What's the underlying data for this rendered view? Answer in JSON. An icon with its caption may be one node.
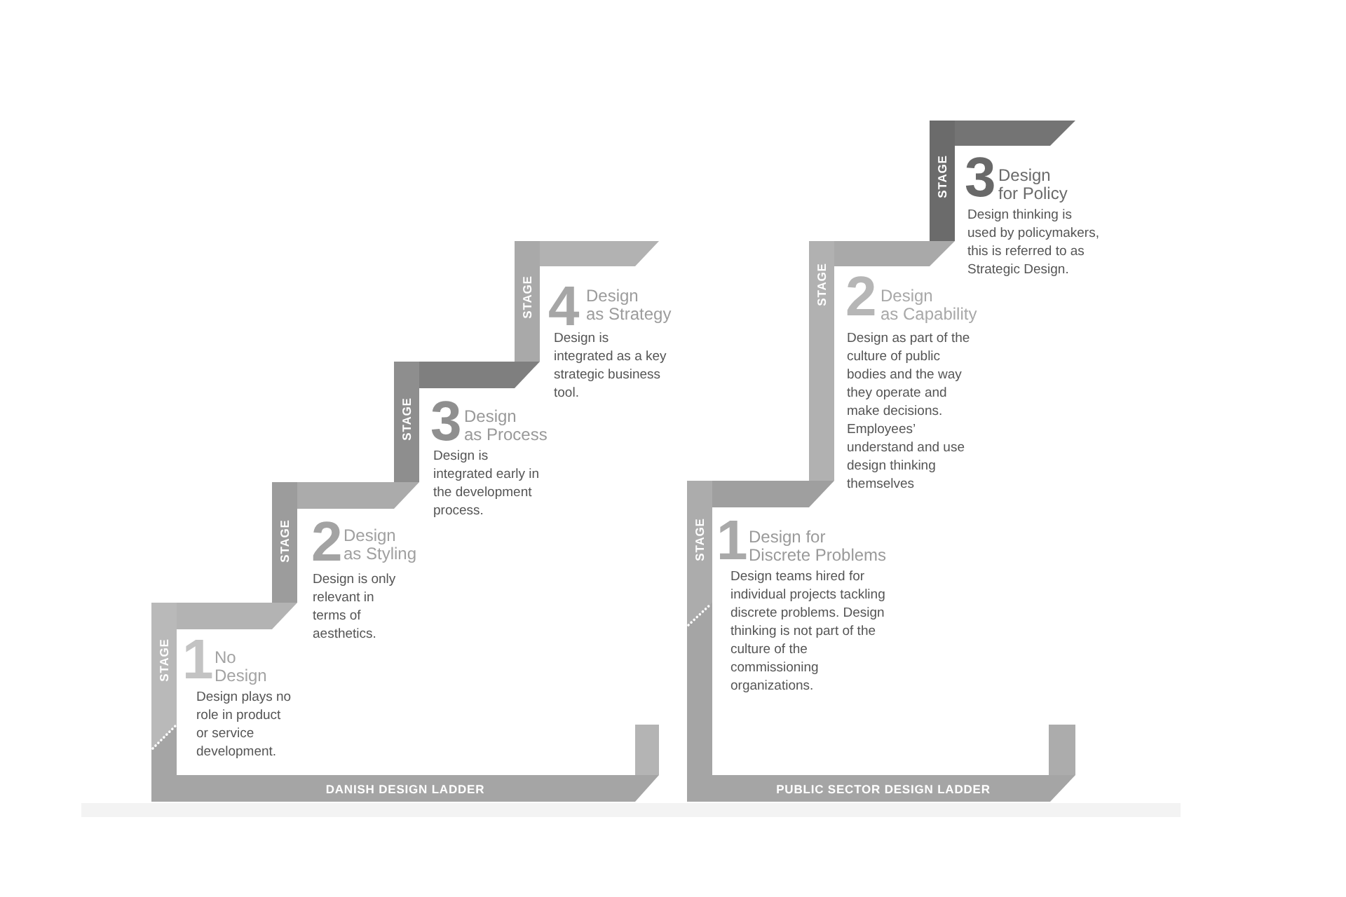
{
  "diagram": {
    "nodes": [
      {
        "text": [
          "STAGE"
        ],
        "beside": [
          "1",
          "No Design",
          "Design plays no role in product or service development."
        ]
      },
      {
        "text": [
          "STAGE"
        ],
        "beside": [
          "2",
          "Design as Styling",
          "Design is only relevant in terms of aesthetics."
        ]
      },
      {
        "text": [
          "STAGE"
        ],
        "beside": [
          "3",
          "Design as Process",
          "Design is integrated early in the development process."
        ]
      },
      {
        "text": [
          "STAGE"
        ],
        "beside": [
          "4",
          "Design as Strategy",
          "Design is integrated as a key strategic business tool."
        ]
      },
      {
        "text": [
          "DANISH DESIGN LADDER"
        ]
      },
      {
        "text": [
          "STAGE"
        ],
        "beside": [
          "1",
          "Design for Discrete Problems",
          "Design teams hired for individual projects tackling discrete problems. Design thinking is not part of the culture of the commissioning organizations."
        ]
      },
      {
        "text": [
          "STAGE"
        ],
        "beside": [
          "2",
          "Design as Capability",
          "Design as part of the culture of public bodies and the way they operate and make decisions. Employees’ understand and use design thinking themselves"
        ]
      },
      {
        "text": [
          "STAGE"
        ],
        "beside": [
          "3",
          "Design for Policy",
          "Design thinking is used by policymakers, this is referred to as Strategic Design."
        ]
      },
      {
        "text": [
          "PUBLIC SECTOR DESIGN LADDER"
        ]
      },
      {
        "text": [],
        "shape": "bar"
      },
      {
        "text": [],
        "shape": "bar"
      },
      {
        "text": [],
        "shape": "bar"
      },
      {
        "text": [],
        "shape": "bar"
      },
      {
        "text": [],
        "shape": "bar"
      },
      {
        "text": [],
        "shape": "bar"
      },
      {
        "text": [],
        "shape": "bar"
      }
    ]
  }
}
